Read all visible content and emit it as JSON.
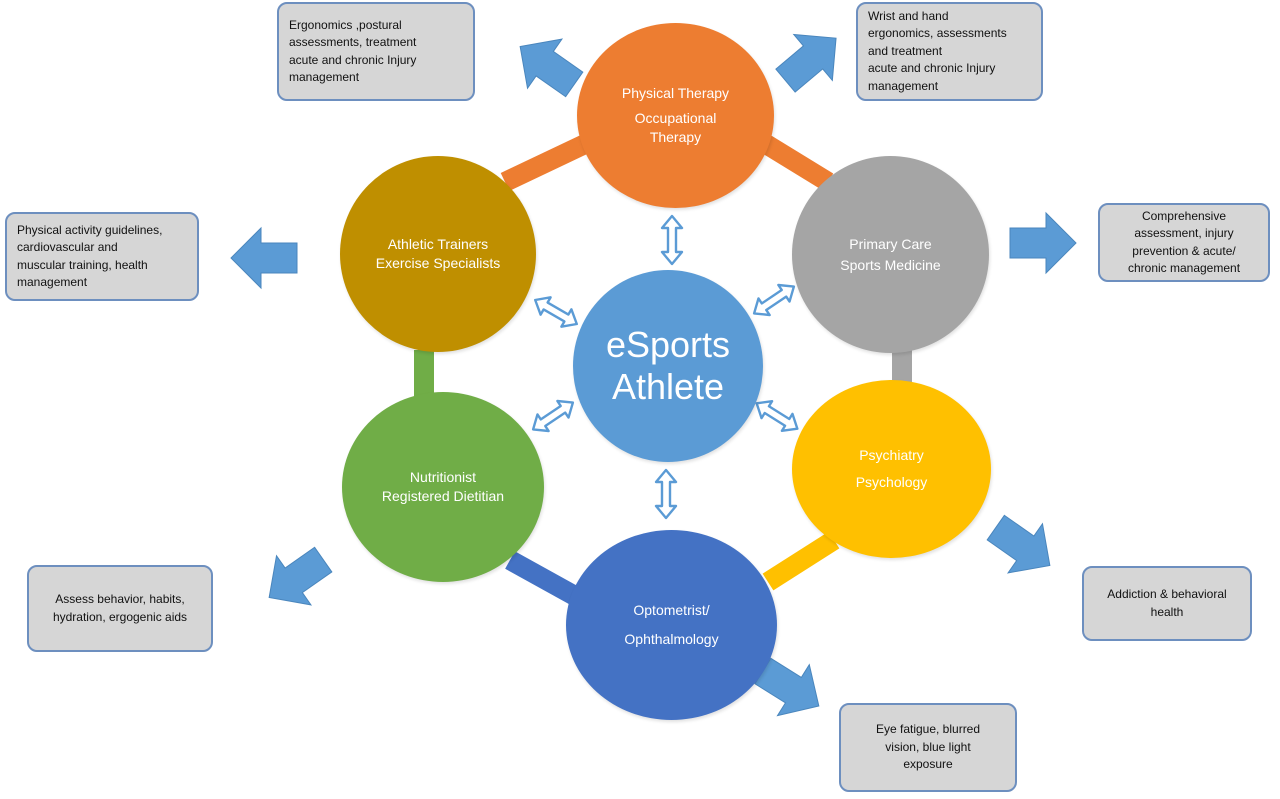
{
  "colors": {
    "physical_therapy": "#ed7d31",
    "primary_care": "#a5a5a5",
    "psychiatry": "#ffc000",
    "optometry": "#4472c4",
    "nutrition": "#70ad47",
    "athletic_trainers": "#bf8f00",
    "core": "#5b9bd5",
    "arrow": "#5b9bd5",
    "note_fill": "#d6d6d6",
    "note_border": "#6d8fbf"
  },
  "center": {
    "line1": "eSports",
    "line2": "Athlete"
  },
  "nodes": {
    "physical_therapy": {
      "line1": "Physical Therapy",
      "line2": "Occupational",
      "line3": "Therapy"
    },
    "primary_care": {
      "line1": "Primary Care",
      "line2": "Sports Medicine"
    },
    "psychiatry": {
      "line1": "Psychiatry",
      "line2": "Psychology"
    },
    "optometry": {
      "line1": "Optometrist/",
      "line2": "Ophthalmology"
    },
    "nutrition": {
      "line1": "Nutritionist",
      "line2": "Registered Dietitian"
    },
    "athletic_trainers": {
      "line1": "Athletic Trainers",
      "line2": "Exercise Specialists"
    }
  },
  "notes": {
    "physical_therapy": [
      "Ergonomics ,postural",
      "assessments, treatment",
      "acute and chronic Injury",
      "management"
    ],
    "occupational_therapy": [
      "Wrist and  hand",
      "ergonomics, assessments",
      "and treatment",
      "acute and chronic Injury",
      "management"
    ],
    "athletic_trainers": [
      "Physical activity guidelines,",
      "cardiovascular and",
      "muscular training, health",
      "management"
    ],
    "primary_care": [
      "Comprehensive",
      "assessment, injury",
      "prevention & acute/",
      "chronic management"
    ],
    "nutrition": [
      "Assess behavior, habits,",
      "hydration, ergogenic aids"
    ],
    "psychiatry": [
      "Addiction & behavioral",
      "health"
    ],
    "optometry": [
      "Eye fatigue, blurred",
      "vision, blue light",
      "exposure"
    ]
  }
}
